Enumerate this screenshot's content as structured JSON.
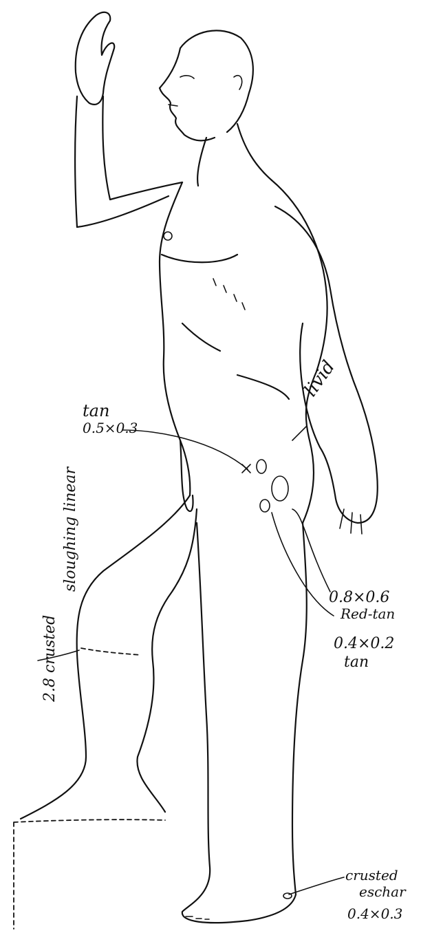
{
  "annotations": {
    "hip_color": "tan",
    "hip_size": "0.5×0.3",
    "side_word": "livid",
    "leg_line1": "2.8 crusted",
    "leg_line2": "sloughing linear",
    "lesion_a_size": "0.8×0.6",
    "lesion_a_color": "Red-tan",
    "lesion_b_size": "0.4×0.2",
    "lesion_b_color": "tan",
    "foot_line1": "crusted",
    "foot_line2": "eschar",
    "foot_size": "0.4×0.3"
  },
  "style": {
    "ink": "#111111",
    "paper": "#ffffff"
  }
}
